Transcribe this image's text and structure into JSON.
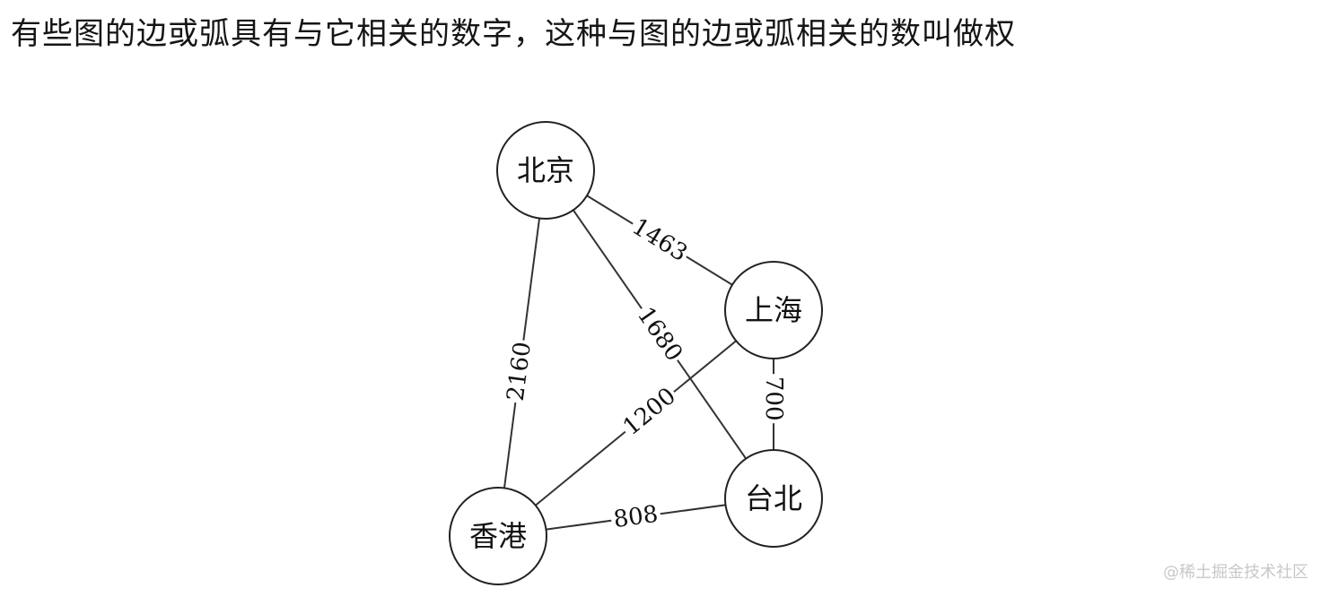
{
  "heading": "有些图的边或弧具有与它相关的数字，这种与图的边或弧相关的数叫做权",
  "watermark": "@稀土掘金技术社区",
  "graph": {
    "nodes": [
      {
        "id": "beijing",
        "label": "北京"
      },
      {
        "id": "shanghai",
        "label": "上海"
      },
      {
        "id": "taipei",
        "label": "台北"
      },
      {
        "id": "hongkong",
        "label": "香港"
      }
    ],
    "edges": [
      {
        "from": "beijing",
        "to": "shanghai",
        "weight": "1463"
      },
      {
        "from": "beijing",
        "to": "taipei",
        "weight": "1680"
      },
      {
        "from": "beijing",
        "to": "hongkong",
        "weight": "2160"
      },
      {
        "from": "shanghai",
        "to": "hongkong",
        "weight": "1200"
      },
      {
        "from": "shanghai",
        "to": "taipei",
        "weight": "700"
      },
      {
        "from": "hongkong",
        "to": "taipei",
        "weight": "808"
      }
    ]
  }
}
